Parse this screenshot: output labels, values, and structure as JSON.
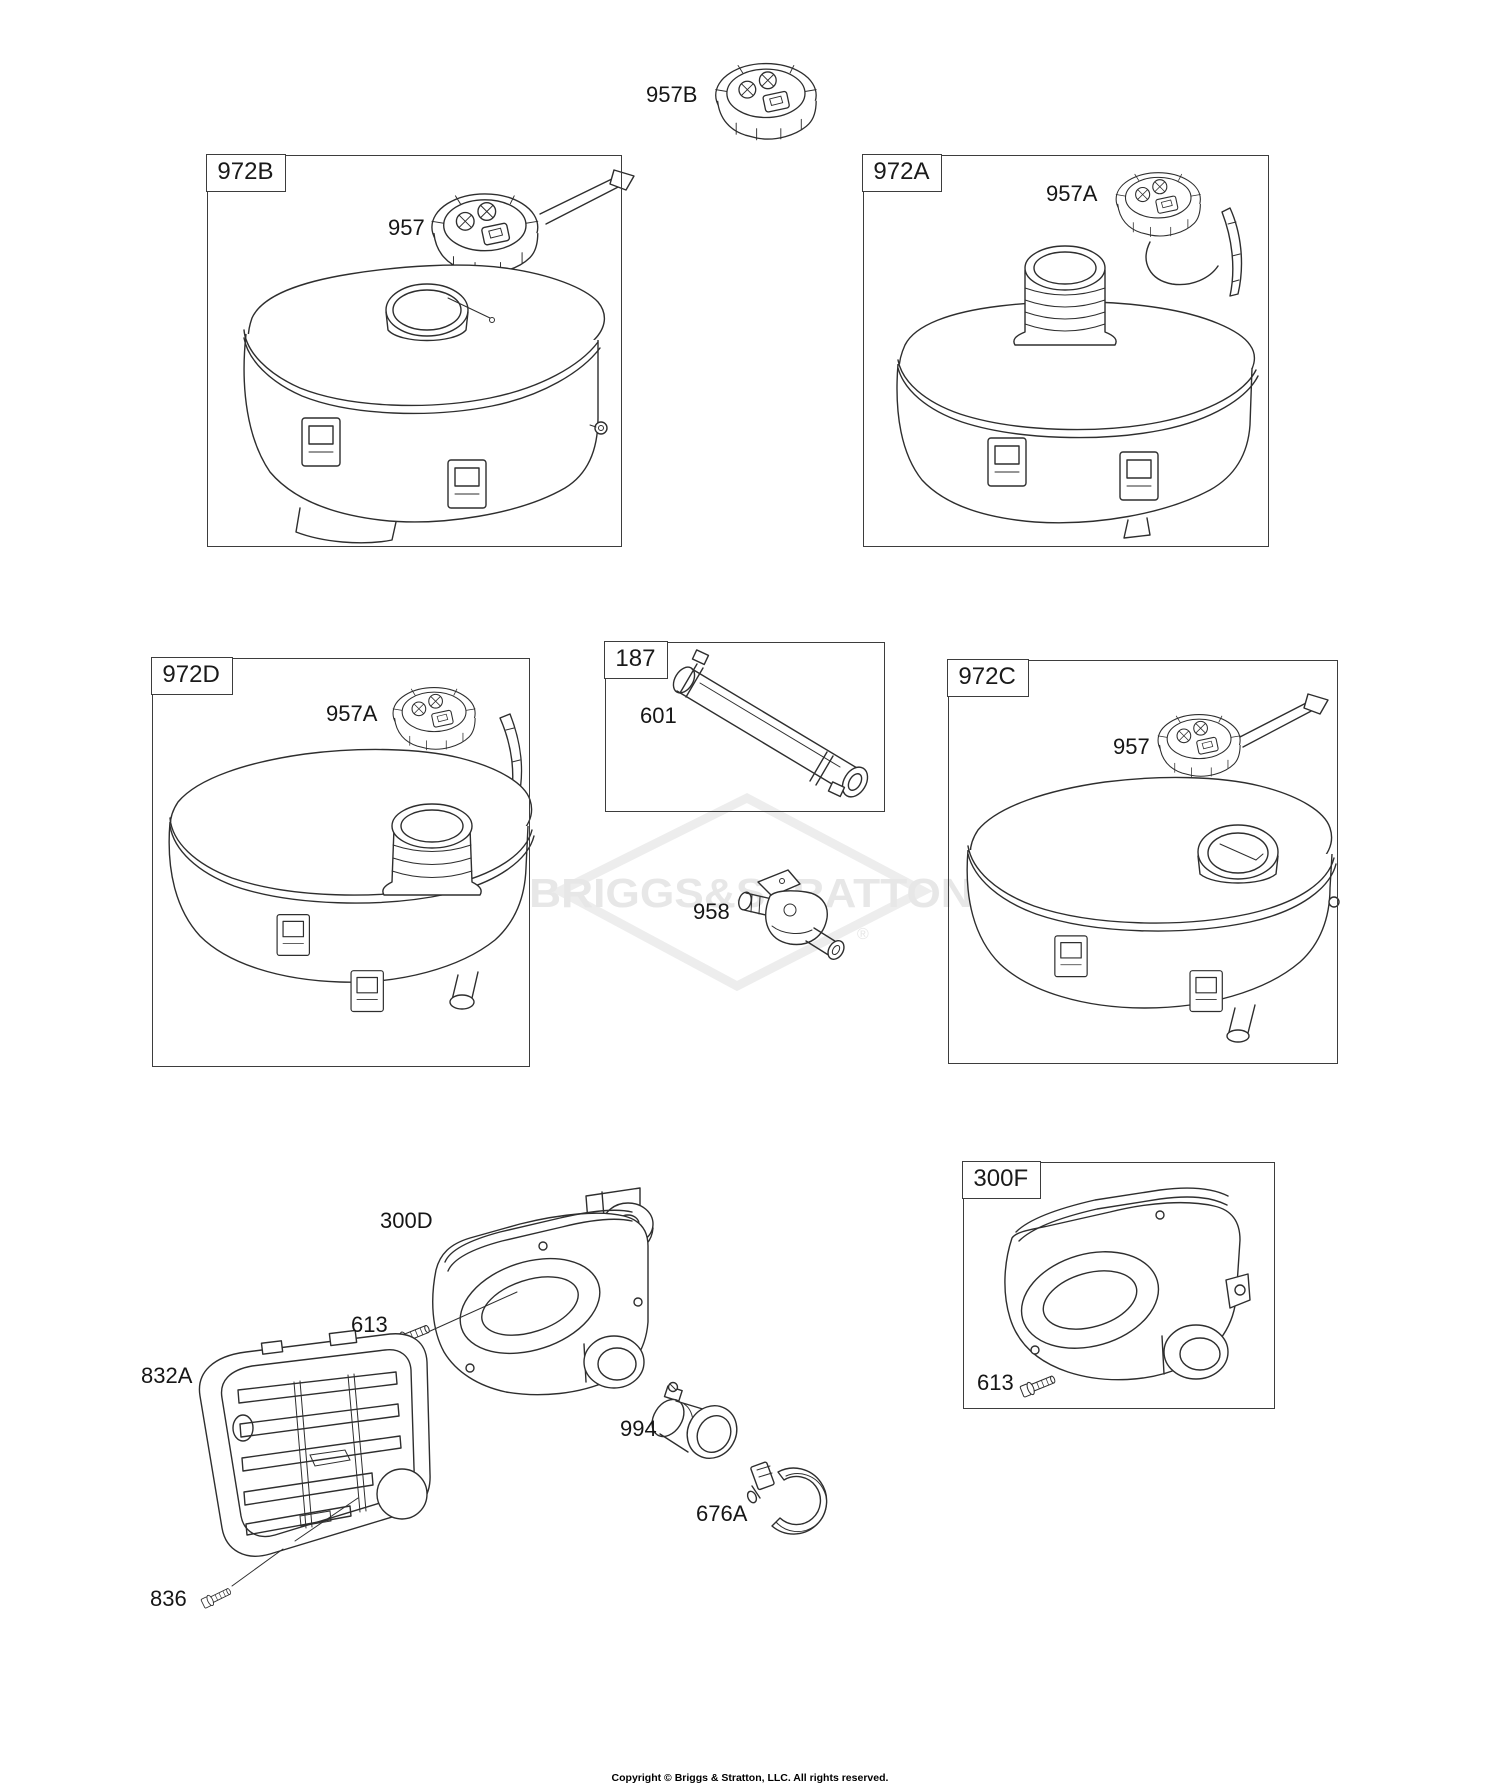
{
  "watermark": {
    "brand": "BRIGGS&STRATTON",
    "registered": "®"
  },
  "sections": {
    "s972B": {
      "label": "972B"
    },
    "s972A": {
      "label": "972A"
    },
    "s972D": {
      "label": "972D"
    },
    "s187": {
      "label": "187"
    },
    "s972C": {
      "label": "972C"
    },
    "s300F": {
      "label": "300F"
    }
  },
  "parts": {
    "cap_top": "957B",
    "cap_in_972B": "957",
    "cap_in_972A": "957A",
    "cap_in_972D": "957A",
    "cap_in_972C": "957",
    "fuel_line": "601",
    "shutoff_valve": "958",
    "muffler": "300D",
    "muffler_bolt": "613",
    "muffler_guard": "832A",
    "guard_screw": "836",
    "exhaust_adapter": "994",
    "exhaust_clamp": "676A",
    "muffler_bolt_300F": "613"
  },
  "footer": {
    "copyright": "Copyright © Briggs & Stratton, LLC. All rights reserved."
  }
}
